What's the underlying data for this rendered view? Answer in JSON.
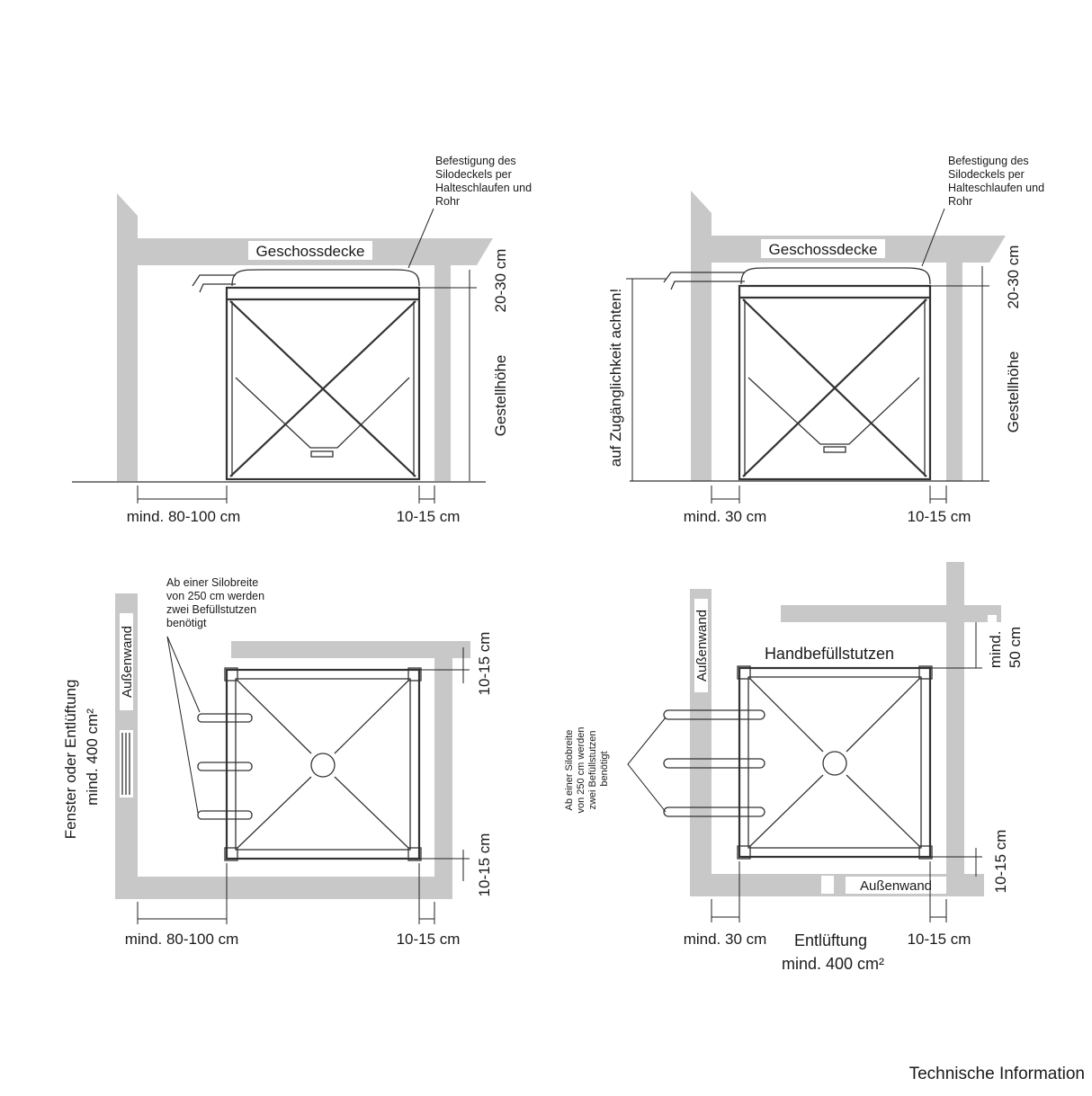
{
  "panels": {
    "p1": {
      "ceiling_label": "Geschossdecke",
      "note_lines": [
        "Befestigung des",
        "Silodeckels per",
        "Halteschlaufen und",
        "Rohr"
      ],
      "dim_top": "20-30 cm",
      "dim_height": "Gestellhöhe",
      "dim_left": "mind. 80-100 cm",
      "dim_right": "10-15 cm"
    },
    "p2": {
      "ceiling_label": "Geschossdecke",
      "note_lines": [
        "Befestigung des",
        "Silodeckels per",
        "Halteschlaufen und",
        "Rohr"
      ],
      "dim_top": "20-30 cm",
      "dim_height": "Gestellhöhe",
      "dim_access": "auf Zugänglichkeit achten!",
      "dim_left": "mind. 30 cm",
      "dim_right": "10-15 cm"
    },
    "p3": {
      "note_lines": [
        "Ab einer Silobreite",
        "von 250 cm werden",
        "zwei Befüllstutzen",
        "benötigt"
      ],
      "wall_label": "Außenwand",
      "vent_lines": [
        "Fenster oder Entlüftung",
        "mind. 400 cm²"
      ],
      "dim_top": "10-15 cm",
      "dim_bottom_right": "10-15 cm",
      "dim_left": "mind. 80-100 cm",
      "dim_right": "10-15 cm"
    },
    "p4": {
      "note_lines": [
        "Ab einer Silobreite",
        "von 250 cm werden",
        "zwei Befüllstutzen",
        "benötigt"
      ],
      "wall_label_left": "Außenwand",
      "wall_label_bottom": "Außenwand",
      "hand_label": "Handbefüllstutzen",
      "dim_top_lines": [
        "mind.",
        "50 cm"
      ],
      "dim_bottom_right": "10-15 cm",
      "dim_left": "mind. 30 cm",
      "dim_right": "10-15 cm",
      "vent_lines": [
        "Entlüftung",
        "mind. 400 cm²"
      ]
    }
  },
  "footer": "Technische Information"
}
